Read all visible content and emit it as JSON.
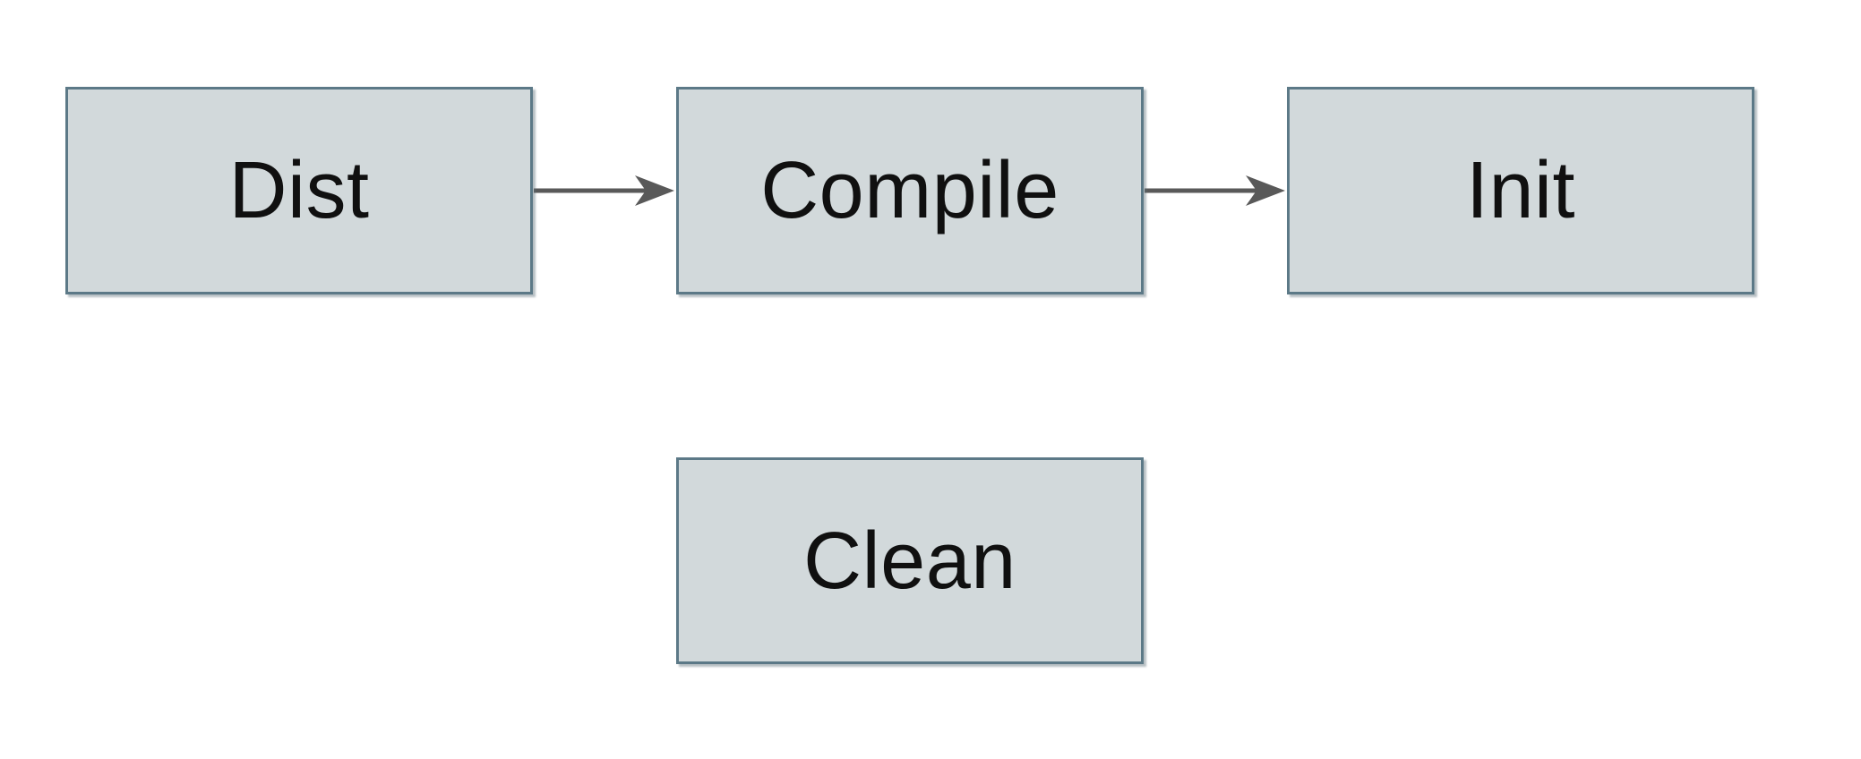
{
  "diagram": {
    "type": "flowchart",
    "theme": {
      "canvas_bg": "#ffffff",
      "node_fill": "#d2d9db",
      "node_border": "#5c7987",
      "arrow_color": "#595959",
      "text_color": "#101010"
    },
    "nodes": [
      {
        "id": "dist",
        "label": "Dist"
      },
      {
        "id": "compile",
        "label": "Compile"
      },
      {
        "id": "init",
        "label": "Init"
      },
      {
        "id": "clean",
        "label": "Clean"
      }
    ],
    "edges": [
      {
        "from": "dist",
        "to": "compile",
        "direction": "right"
      },
      {
        "from": "compile",
        "to": "init",
        "direction": "right"
      }
    ]
  }
}
